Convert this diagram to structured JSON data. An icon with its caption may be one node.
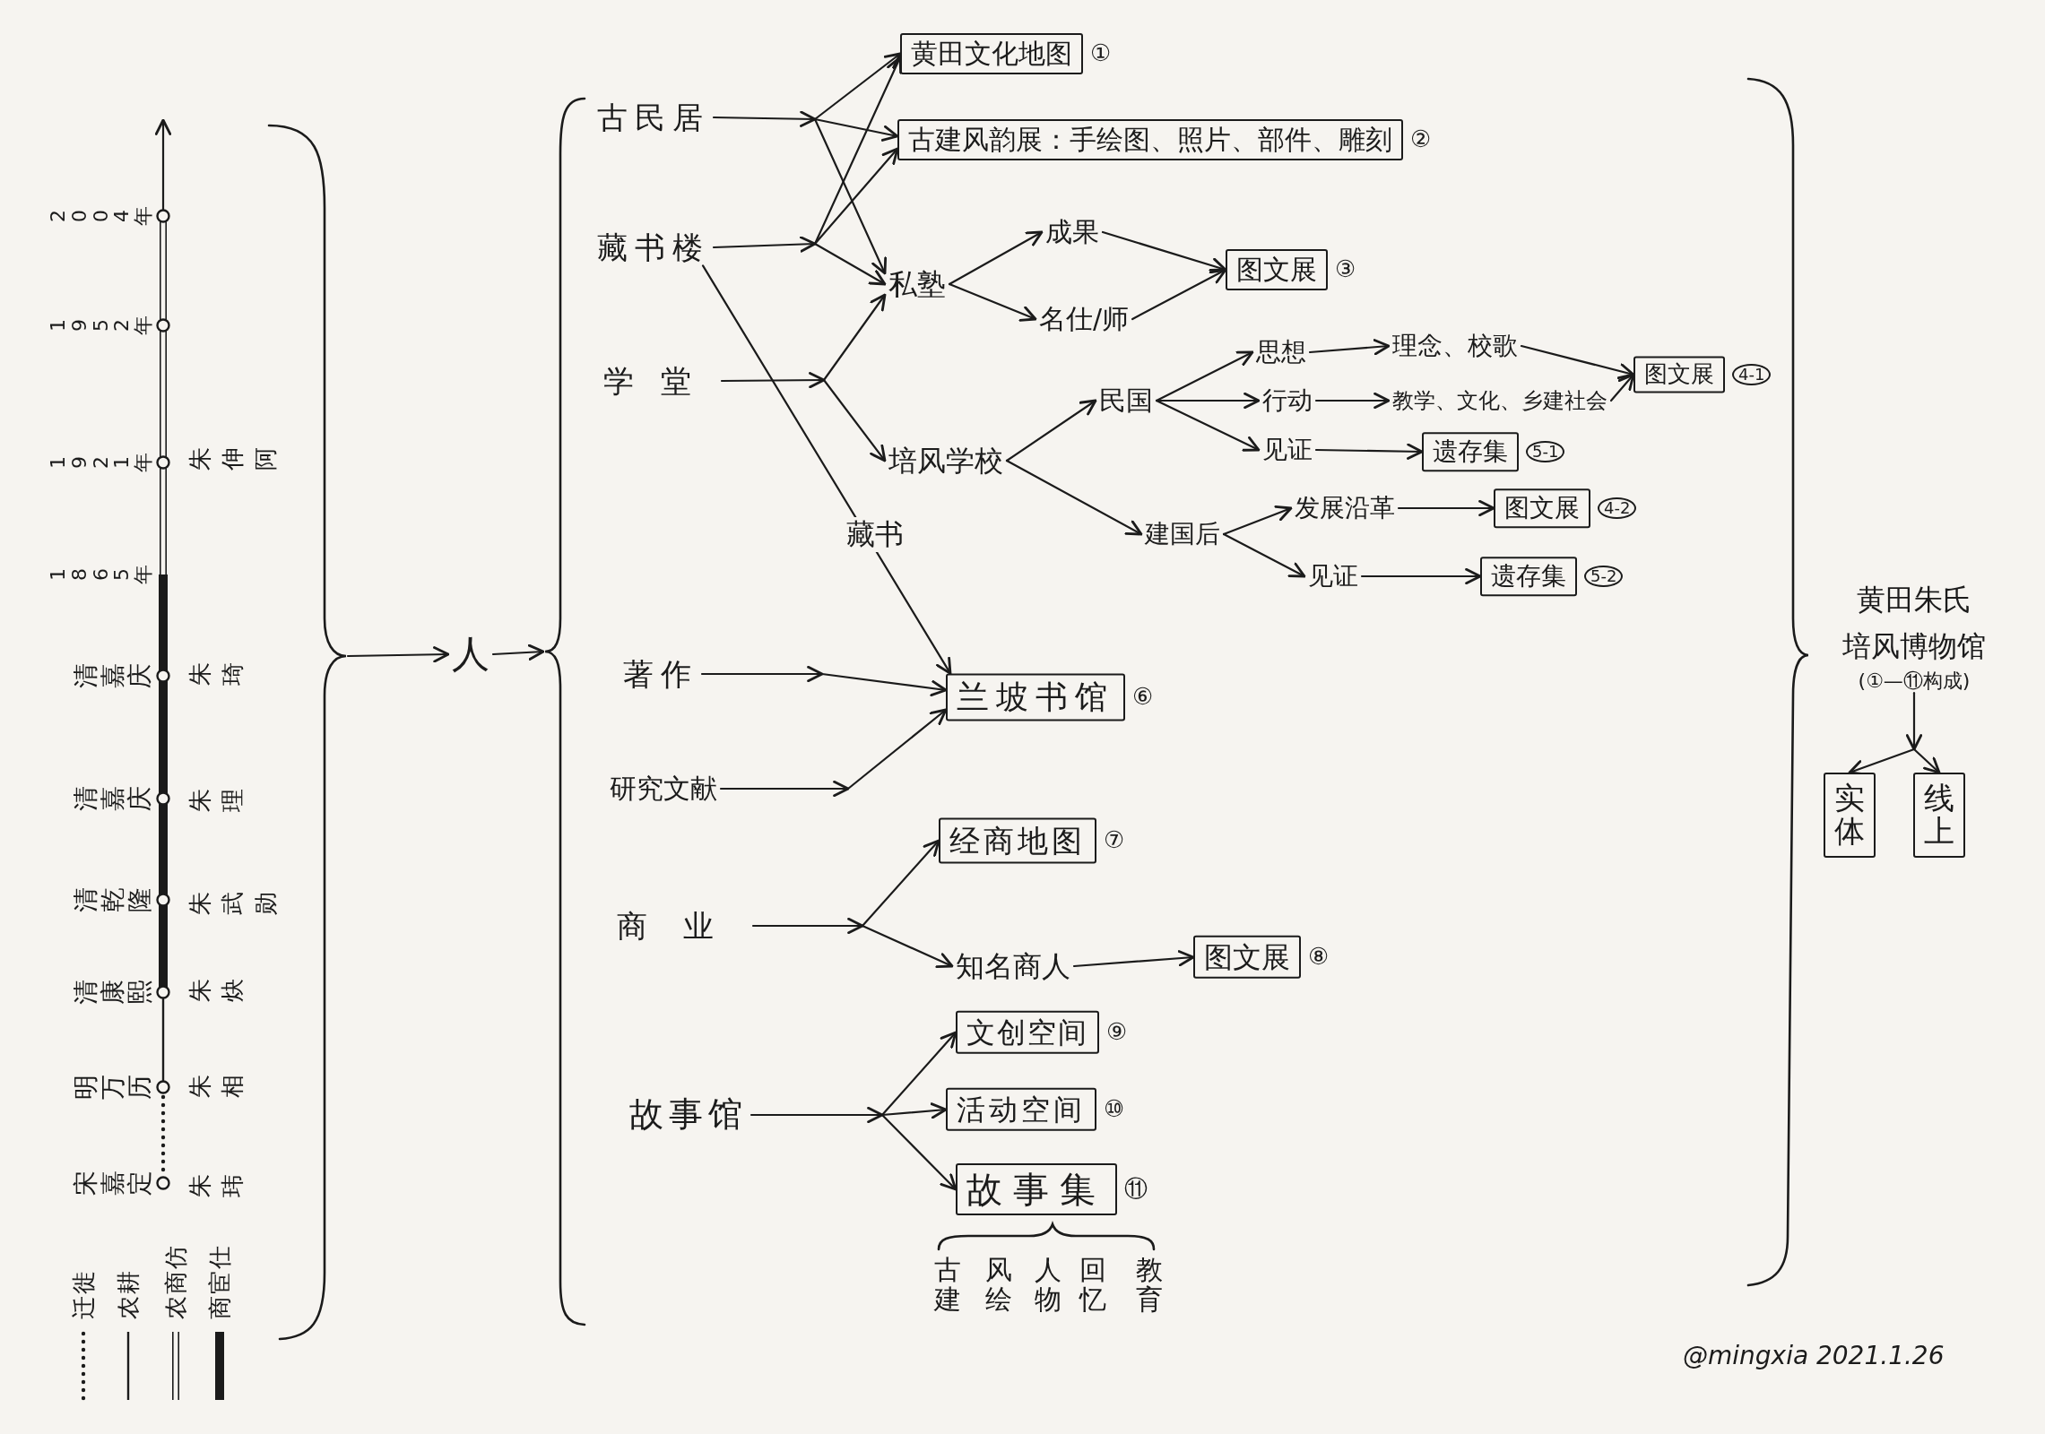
{
  "diagram": {
    "nodes": [
      {
        "text": [
          "人"
        ]
      },
      {
        "text": [
          "古民居"
        ]
      },
      {
        "text": [
          "藏书楼"
        ]
      },
      {
        "text": [
          "学堂"
        ]
      },
      {
        "text": [
          "著作"
        ]
      },
      {
        "text": [
          "研究文献"
        ]
      },
      {
        "text": [
          "商业"
        ]
      },
      {
        "text": [
          "故事馆"
        ]
      },
      {
        "text": [
          "黄田文化地图"
        ],
        "beside": [
          "①"
        ]
      },
      {
        "text": [
          "古建风韵展：手绘图、照片、部件、雕刻"
        ],
        "beside": [
          "②"
        ]
      },
      {
        "text": [
          "私塾"
        ]
      },
      {
        "text": [
          "成果"
        ]
      },
      {
        "text": [
          "名仕/师"
        ]
      },
      {
        "text": [
          "图文展"
        ],
        "beside": [
          "③"
        ]
      },
      {
        "text": [
          "培风学校"
        ]
      },
      {
        "text": [
          "民国"
        ]
      },
      {
        "text": [
          "思想"
        ]
      },
      {
        "text": [
          "理念、校歌"
        ]
      },
      {
        "text": [
          "行动"
        ]
      },
      {
        "text": [
          "教学、文化、乡建社会"
        ]
      },
      {
        "text": [
          "图文展"
        ],
        "beside": [
          "4-1"
        ]
      },
      {
        "text": [
          "见证"
        ]
      },
      {
        "text": [
          "遗存集"
        ],
        "beside": [
          "5-1"
        ]
      },
      {
        "text": [
          "建国后"
        ]
      },
      {
        "text": [
          "发展沿革"
        ]
      },
      {
        "text": [
          "图文展"
        ],
        "beside": [
          "4-2"
        ]
      },
      {
        "text": [
          "见证"
        ]
      },
      {
        "text": [
          "遗存集"
        ],
        "beside": [
          "5-2"
        ]
      },
      {
        "text": [
          "兰坡书馆"
        ],
        "beside": [
          "⑥"
        ]
      },
      {
        "text": [
          "经商地图"
        ],
        "beside": [
          "⑦"
        ]
      },
      {
        "text": [
          "知名商人"
        ]
      },
      {
        "text": [
          "图文展"
        ],
        "beside": [
          "⑧"
        ]
      },
      {
        "text": [
          "文创空间"
        ],
        "beside": [
          "⑨"
        ]
      },
      {
        "text": [
          "活动空间"
        ],
        "beside": [
          "⑩"
        ]
      },
      {
        "text": [
          "故事集"
        ],
        "beside": [
          "⑪"
        ]
      },
      {
        "text": [
          "黄田朱氏",
          "培风博物馆",
          "(①—⑪构成)"
        ]
      },
      {
        "text": [
          "实体"
        ]
      },
      {
        "text": [
          "线上"
        ]
      },
      {
        "text": [],
        "shape": "brace"
      },
      {
        "text": [],
        "shape": "brace"
      }
    ],
    "edges": [
      {
        "from": 38,
        "to": 0,
        "arrow": "to"
      },
      {
        "from": 0,
        "to": 39,
        "arrow": "to"
      },
      {
        "from": 1,
        "to": 8,
        "arrow": "to"
      },
      {
        "from": 1,
        "to": 9,
        "arrow": "to"
      },
      {
        "from": 1,
        "to": 10,
        "arrow": "to"
      },
      {
        "from": 2,
        "to": 8,
        "arrow": "to"
      },
      {
        "from": 2,
        "to": 9,
        "arrow": "to"
      },
      {
        "from": 2,
        "to": 10,
        "arrow": "to"
      },
      {
        "from": 2,
        "to": 28,
        "arrow": "to",
        "label": "藏书"
      },
      {
        "from": 3,
        "to": 10,
        "arrow": "to"
      },
      {
        "from": 3,
        "to": 14,
        "arrow": "to"
      },
      {
        "from": 10,
        "to": 11,
        "arrow": "to"
      },
      {
        "from": 10,
        "to": 12,
        "arrow": "to"
      },
      {
        "from": 11,
        "to": 13,
        "arrow": "to"
      },
      {
        "from": 12,
        "to": 13,
        "arrow": "to"
      },
      {
        "from": 14,
        "to": 15,
        "arrow": "to"
      },
      {
        "from": 14,
        "to": 23,
        "arrow": "to"
      },
      {
        "from": 15,
        "to": 16,
        "arrow": "to"
      },
      {
        "from": 15,
        "to": 18,
        "arrow": "to"
      },
      {
        "from": 15,
        "to": 21,
        "arrow": "to"
      },
      {
        "from": 16,
        "to": 17,
        "arrow": "to"
      },
      {
        "from": 18,
        "to": 19,
        "arrow": "to"
      },
      {
        "from": 17,
        "to": 20,
        "arrow": "to"
      },
      {
        "from": 19,
        "to": 20,
        "arrow": "to"
      },
      {
        "from": 21,
        "to": 22,
        "arrow": "to"
      },
      {
        "from": 23,
        "to": 24,
        "arrow": "to"
      },
      {
        "from": 23,
        "to": 26,
        "arrow": "to"
      },
      {
        "from": 24,
        "to": 25,
        "arrow": "to"
      },
      {
        "from": 26,
        "to": 27,
        "arrow": "to"
      },
      {
        "from": 4,
        "to": 28,
        "arrow": "to"
      },
      {
        "from": 5,
        "to": 28,
        "arrow": "to"
      },
      {
        "from": 6,
        "to": 29,
        "arrow": "to"
      },
      {
        "from": 6,
        "to": 30,
        "arrow": "to"
      },
      {
        "from": 30,
        "to": 31,
        "arrow": "to"
      },
      {
        "from": 7,
        "to": 32,
        "arrow": "to"
      },
      {
        "from": 7,
        "to": 33,
        "arrow": "to"
      },
      {
        "from": 7,
        "to": 34,
        "arrow": "to"
      },
      {
        "from": 35,
        "to": 36,
        "arrow": "to"
      },
      {
        "from": 35,
        "to": 37,
        "arrow": "to"
      }
    ],
    "labels": [
      "2004年",
      "1952年",
      "1921年",
      "朱伸阿",
      "1865年",
      "清嘉庆",
      "朱琦",
      "清嘉庆",
      "朱理",
      "清乾隆",
      "朱武勋",
      "清康熙",
      "朱炔",
      "明万历",
      "朱相",
      "宋嘉定",
      "朱玮",
      "古建",
      "风绘",
      "人物",
      "回忆",
      "教育",
      "@mingxia 2021.1.26"
    ],
    "legend": [
      {
        "text": "迁徙"
      },
      {
        "text": "农耕"
      },
      {
        "text": "农商仿"
      },
      {
        "text": "商宦仕"
      }
    ]
  }
}
